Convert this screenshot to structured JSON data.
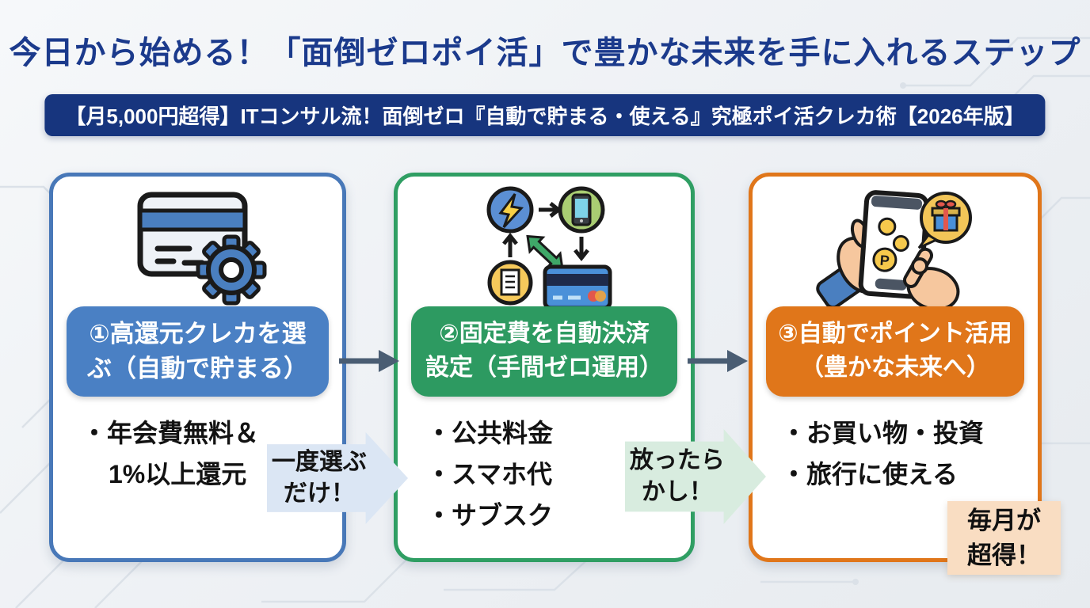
{
  "page": {
    "title": "今日から始める！「面倒ゼロポイ活」で豊かな未来を手に入れるステップ",
    "banner": "【月5,000円超得】ITコンサル流！面倒ゼロ『自動で貯まる・使える』究極ポイ活クレカ術【2026年版】"
  },
  "colors": {
    "title_blue": "#1b3a8c",
    "banner_bg": "#17357e",
    "step1_accent": "#4a80c4",
    "step2_accent": "#2d9a61",
    "step3_accent": "#e0761a",
    "connector_gray": "#4a5d73",
    "label_arrow_blue_bg": "#dbe6f4",
    "label_arrow_green_bg": "#d8ecdf",
    "badge_bg": "#f9ddc2"
  },
  "cards": [
    {
      "icon": "credit-card-gear-icon",
      "title_line1": "①高還元クレカを選",
      "title_line2": "ぶ（自動で貯まる）",
      "bullets": [
        "・年会費無料＆",
        "1%以上還元"
      ]
    },
    {
      "icon": "auto-payment-flow-icon",
      "title_line1": "②固定費を自動決済",
      "title_line2": "設定（手間ゼロ運用）",
      "bullets": [
        "・公共料金",
        "・スマホ代",
        "・サブスク"
      ]
    },
    {
      "icon": "phone-points-gift-icon",
      "title_line1": "③自動でポイント活用",
      "title_line2": "（豊かな未来へ）",
      "bullets": [
        "・お買い物・投資",
        "・旅行に使える"
      ]
    }
  ],
  "connectors": {
    "label1_line1": "一度選ぶ",
    "label1_line2": "だけ！",
    "label2_line1": "放ったら",
    "label2_line2": "かし！"
  },
  "badge": {
    "line1": "毎月が",
    "line2": "超得！"
  },
  "icons": {
    "point_coin_label": "P"
  }
}
